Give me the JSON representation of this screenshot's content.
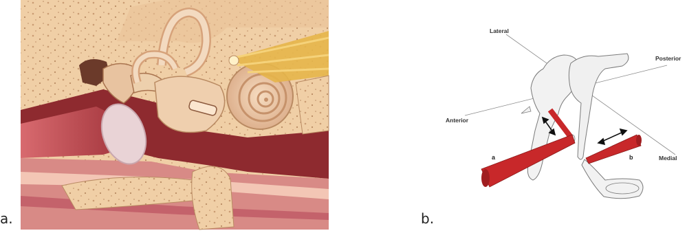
{
  "panels": [
    {
      "caption": "a."
    },
    {
      "caption": "b.",
      "labels": {
        "lateral": "Lateral",
        "posterior": "Posterior",
        "anterior": "Anterior",
        "medial": "Medial",
        "muscle_a": "a",
        "muscle_b": "b"
      }
    }
  ],
  "colors": {
    "bone": "#f1d3ad",
    "bone_pore": "#c99b72",
    "tissue_red": "#8e2a2f",
    "ear_canal": "#c4525a",
    "muscle_red": "#c8282a",
    "ossicle_gray": "#efefef",
    "nerve_yellow": "#e6b54a"
  }
}
